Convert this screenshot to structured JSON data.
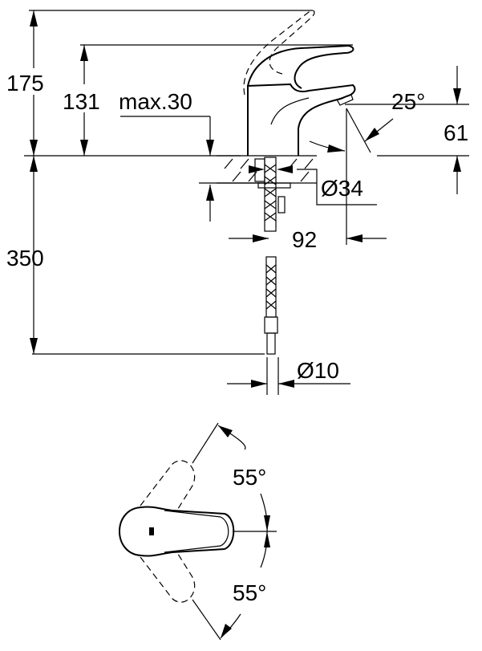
{
  "dimensions": {
    "total_height": "175",
    "spout_height": "131",
    "max_deck_thickness": "max.30",
    "spout_angle": "25°",
    "spout_outlet_height": "61",
    "mounting_hole": "Ø34",
    "projection": "92",
    "hose_length": "350",
    "hose_diameter": "Ø10",
    "rotation_left": "55°",
    "rotation_right": "55°"
  },
  "colors": {
    "ink": "#000000",
    "background": "#ffffff"
  }
}
